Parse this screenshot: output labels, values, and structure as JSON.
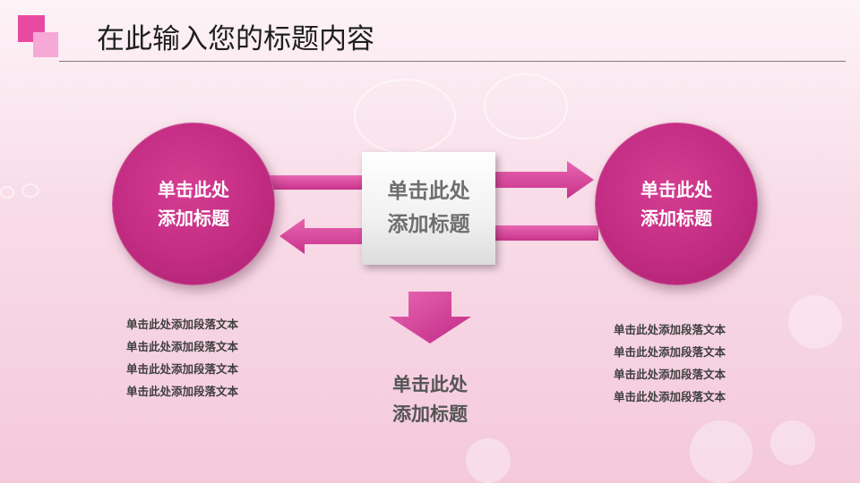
{
  "slide": {
    "title": "在此输入您的标题内容",
    "accent_color": "#c22c82",
    "left_circle": {
      "line1": "单击此处",
      "line2": "添加标题"
    },
    "right_circle": {
      "line1": "单击此处",
      "line2": "添加标题"
    },
    "center_box": {
      "line1": "单击此处",
      "line2": "添加标题"
    },
    "bottom_title": {
      "line1": "单击此处",
      "line2": "添加标题"
    },
    "left_text": [
      "单击此处添加段落文本",
      "单击此处添加段落文本",
      "单击此处添加段落文本",
      "单击此处添加段落文本"
    ],
    "right_text": [
      "单击此处添加段落文本",
      "单击此处添加段落文本",
      "单击此处添加段落文本",
      "单击此处添加段落文本"
    ]
  }
}
